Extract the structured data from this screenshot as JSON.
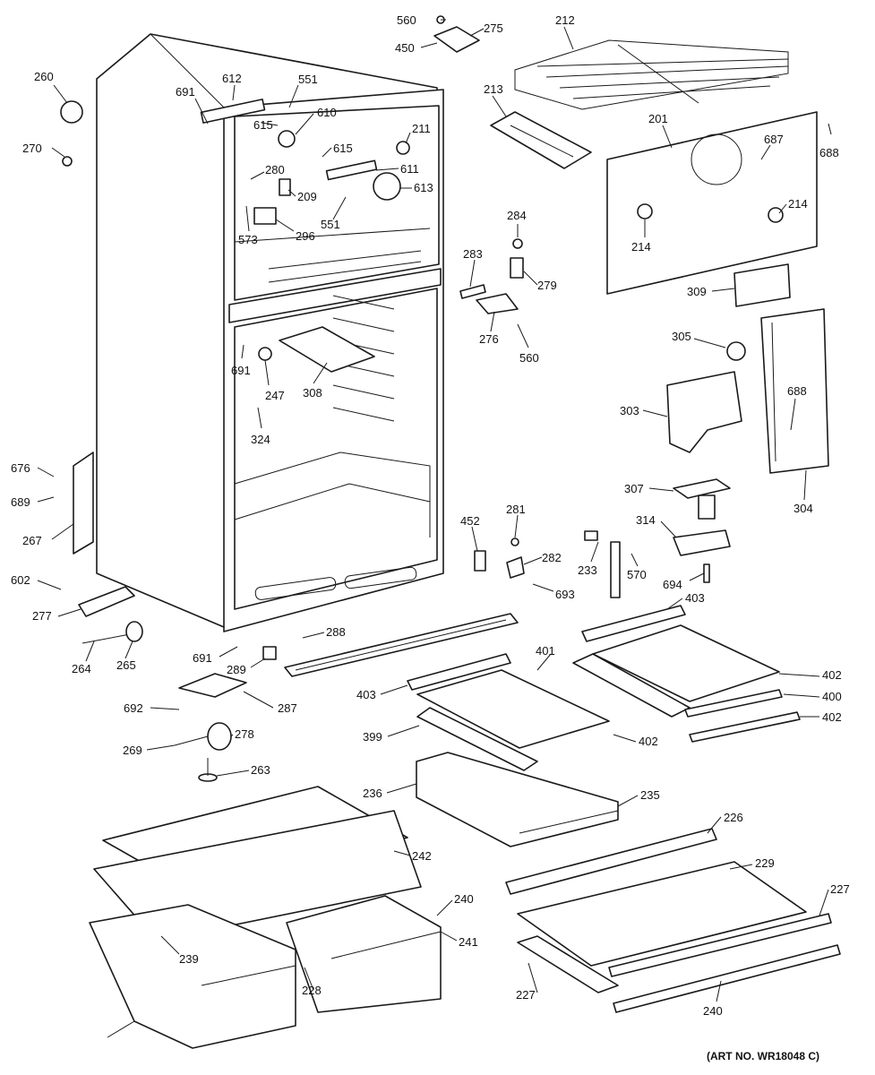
{
  "art_number": "(ART NO. WR18048 C)",
  "callouts": [
    "560",
    "275",
    "450",
    "212",
    "260",
    "691",
    "612",
    "551",
    "610",
    "615",
    "211",
    "270",
    "615",
    "280",
    "611",
    "613",
    "209",
    "213",
    "201",
    "687",
    "688",
    "573",
    "296",
    "551",
    "214",
    "214",
    "284",
    "283",
    "279",
    "276",
    "560",
    "309",
    "305",
    "303",
    "691",
    "247",
    "308",
    "688",
    "324",
    "304",
    "307",
    "676",
    "689",
    "267",
    "452",
    "281",
    "233",
    "570",
    "314",
    "282",
    "602",
    "693",
    "694",
    "277",
    "403",
    "288",
    "264",
    "265",
    "691",
    "401",
    "289",
    "402",
    "403",
    "400",
    "692",
    "287",
    "402",
    "399",
    "402",
    "269",
    "278",
    "263",
    "236",
    "235",
    "226",
    "242",
    "229",
    "227",
    "240",
    "239",
    "241",
    "228",
    "227",
    "240"
  ]
}
